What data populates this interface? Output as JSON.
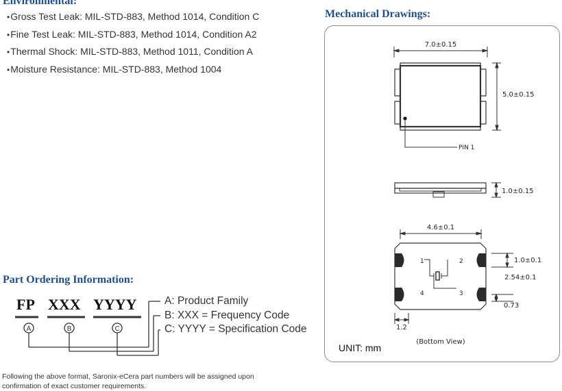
{
  "environmental": {
    "title": "Environmental:",
    "items": [
      "Gross Test Leak: MIL-STD-883, Method 1014, Condition C",
      "Fine Test Leak: MIL-STD-883, Method 1014, Condition A2",
      "Thermal Shock: MIL-STD-883, Method 1011, Condition A",
      "Moisture Resistance: MIL-STD-883, Method 1004"
    ]
  },
  "mechanical": {
    "title": "Mechanical Drawings:",
    "unit_label": "UNIT: mm",
    "top_view": {
      "width": "7.0±0.15",
      "height": "5.0±0.15",
      "pin_label": "PIN 1"
    },
    "side_view": {
      "thickness": "1.0±0.15"
    },
    "bottom_view": {
      "pad_span": "4.6±0.1",
      "pad_height": "1.0±0.1",
      "pad_pitch": "2.54±0.1",
      "pad_gap": "0.73",
      "pad_width": "1.2",
      "pins": [
        "1",
        "2",
        "3",
        "4"
      ],
      "caption": "(Bottom View)"
    }
  },
  "ordering": {
    "title": "Part Ordering Information:",
    "codes": [
      {
        "text": "FP",
        "marker": "A"
      },
      {
        "text": "XXX",
        "marker": "B"
      },
      {
        "text": "YYYY",
        "marker": "C"
      }
    ],
    "legend": [
      "A: Product Family",
      "B: XXX = Frequency Code",
      "C: YYYY = Specification Code"
    ],
    "footnote": [
      "Following the above format, Saronix-eCera part numbers will be assigned upon",
      "confirmation of exact customer requirements."
    ]
  }
}
